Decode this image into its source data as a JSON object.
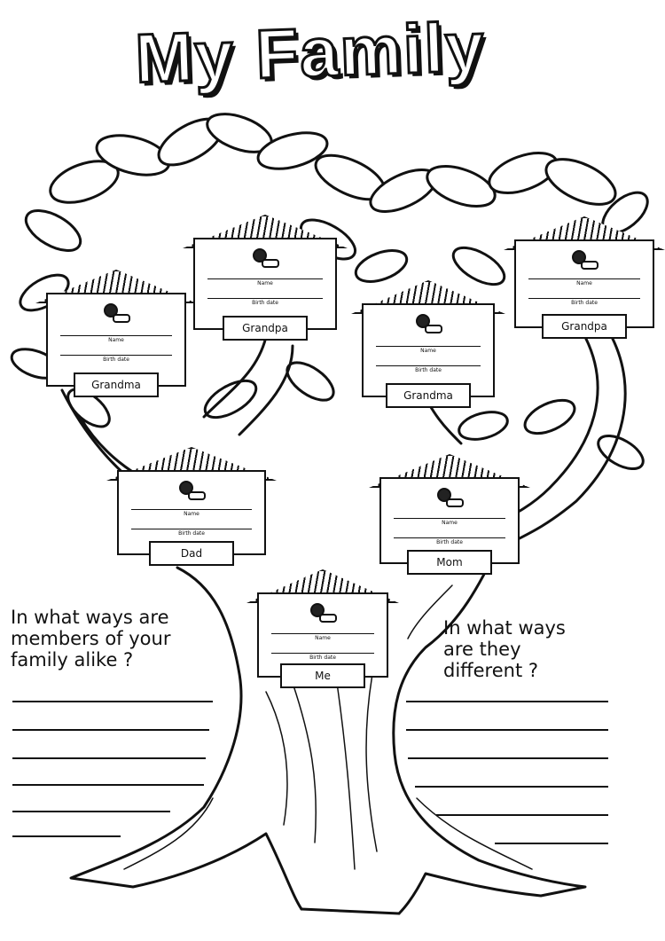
{
  "title": "My Family",
  "houses": [
    {
      "name_label": "Name",
      "birth_label": "Birth date",
      "role": "Grandma"
    },
    {
      "name_label": "Name",
      "birth_label": "Birth date",
      "role": "Grandpa"
    },
    {
      "name_label": "Name",
      "birth_label": "Birth date",
      "role": "Grandma"
    },
    {
      "name_label": "Name",
      "birth_label": "Birth date",
      "role": "Grandpa"
    },
    {
      "name_label": "Name",
      "birth_label": "Birth date",
      "role": "Dad"
    },
    {
      "name_label": "Name",
      "birth_label": "Birth date",
      "role": "Mom"
    },
    {
      "name_label": "Name",
      "birth_label": "Birth date",
      "role": "Me"
    }
  ],
  "questions": {
    "alike": "In what ways are\nmembers of your\nfamily alike ?",
    "different": "In what ways\nare they\ndifferent ?"
  }
}
